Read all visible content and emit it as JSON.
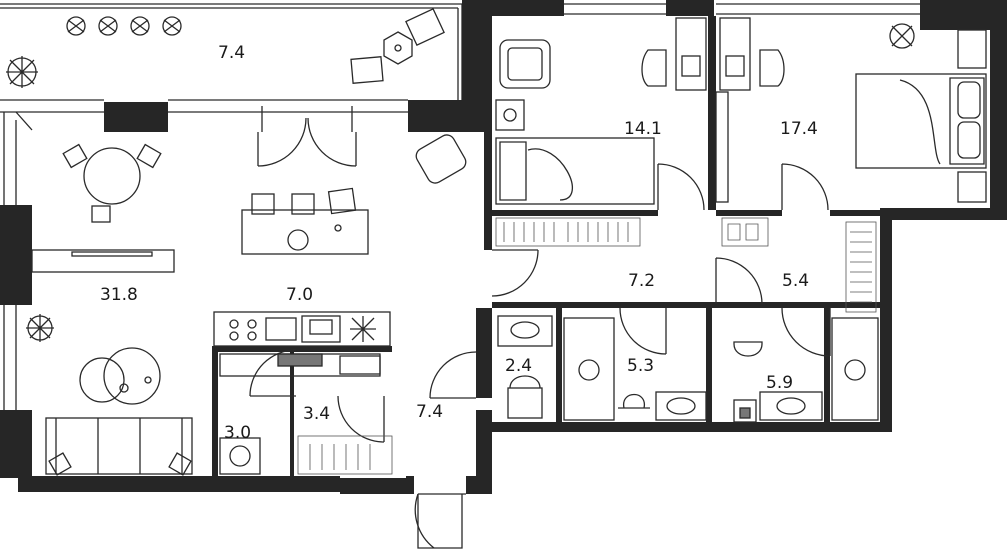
{
  "rooms": [
    {
      "key": "balcony",
      "area": "7.4"
    },
    {
      "key": "bedroom_1",
      "area": "14.1"
    },
    {
      "key": "bedroom_2",
      "area": "17.4"
    },
    {
      "key": "living_room",
      "area": "31.8"
    },
    {
      "key": "kitchen",
      "area": "7.0"
    },
    {
      "key": "corridor_bedrooms",
      "area": "7.2"
    },
    {
      "key": "wardrobe",
      "area": "5.4"
    },
    {
      "key": "toilet",
      "area": "2.4"
    },
    {
      "key": "bathroom_1",
      "area": "5.3"
    },
    {
      "key": "bathroom_2",
      "area": "5.9"
    },
    {
      "key": "hall",
      "area": "3.4"
    },
    {
      "key": "laundry",
      "area": "3.0"
    },
    {
      "key": "entrance_hall",
      "area": "7.4"
    }
  ],
  "colors": {
    "wall": "#262626",
    "line": "#2a2a2a",
    "background": "#ffffff"
  }
}
